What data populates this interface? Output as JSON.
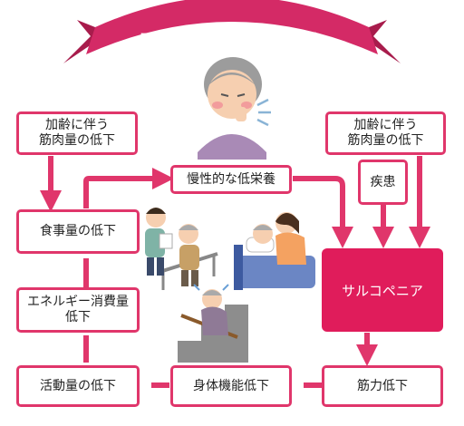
{
  "title": "フレイルサイクル",
  "colors": {
    "accent": "#e0366b",
    "main_fill": "#e01c5b",
    "banner": "#d42a66",
    "banner_dark": "#a81c4c"
  },
  "nodes": {
    "aging_left": "加齢に伴う\n筋肉量の低下",
    "aging_right": "加齢に伴う\n筋肉量の低下",
    "undernutrition": "慢性的な低栄養",
    "disease": "疾患",
    "food_intake": "食事量の低下",
    "energy": "エネルギー消費量\n低下",
    "activity": "活動量の低下",
    "physical": "身体機能低下",
    "strength": "筋力低下",
    "sarcopenia": "サルコペニア"
  },
  "illustrations": [
    "elderly-coughing-woman-illustration",
    "walking-rehab-illustration",
    "bedridden-care-illustration",
    "stair-fall-illustration"
  ]
}
